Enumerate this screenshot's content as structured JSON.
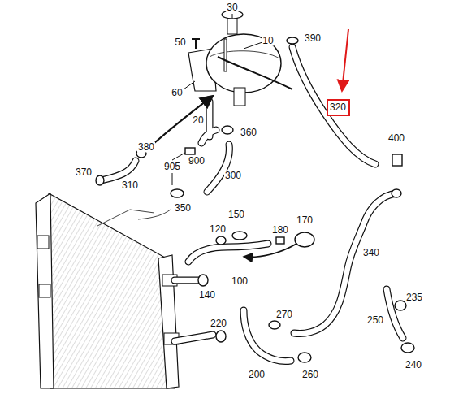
{
  "diagram": {
    "nodes": [
      {
        "text": [
          "320"
        ]
      }
    ],
    "labels": [
      "30",
      "50",
      "10",
      "390",
      "60",
      "20",
      "360",
      "380",
      "905",
      "900",
      "300",
      "400",
      "370",
      "310",
      "350",
      "120",
      "150",
      "180",
      "170",
      "340",
      "100",
      "140",
      "235",
      "250",
      "270",
      "220",
      "240",
      "200",
      "260"
    ]
  }
}
